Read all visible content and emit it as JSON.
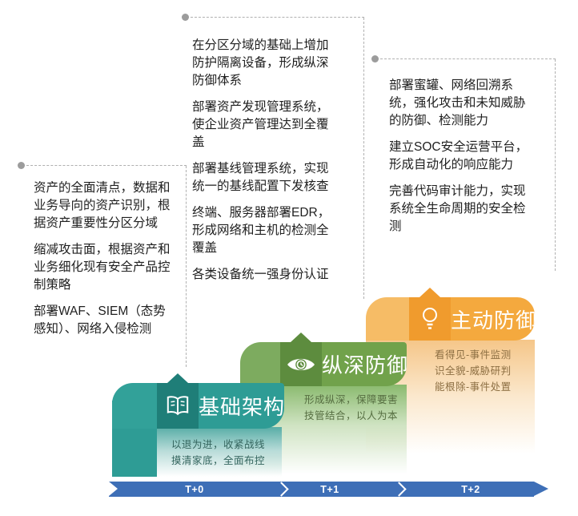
{
  "diagram": {
    "notes": {
      "phase1": {
        "paragraphs": [
          "资产的全面清点，数据和业务导向的资产识别，根据资产重要性分区分域",
          "缩减攻击面，根据资产和业务细化现有安全产品控制策略",
          "部署WAF、SIEM（态势感知）、网络入侵检测"
        ]
      },
      "phase2": {
        "paragraphs": [
          "在分区分域的基础上增加防护隔离设备，形成纵深防御体系",
          "部署资产发现管理系统，使企业资产管理达到全覆盖",
          "部署基线管理系统，实现统一的基线配置下发核查",
          "终端、服务器部署EDR，形成网络和主机的检测全覆盖",
          "各类设备统一强身份认证"
        ]
      },
      "phase3": {
        "paragraphs": [
          "部署蜜罐、网络回溯系统，强化攻击和未知威胁的防御、检测能力",
          "建立SOC安全运营平台，形成自动化的响应能力",
          "完善代码审计能力，实现系统全生命周期的安全检测"
        ]
      }
    },
    "banners": {
      "phase1": {
        "title": "基础架构",
        "icon": "open-book-icon",
        "subtitle": [
          "以退为进，收紧战线",
          "摸清家底，全面布控"
        ],
        "colors": {
          "main": "#2E9C95",
          "band": "#32A199",
          "dark": "#1F7E78",
          "body_top": "#58ADA6",
          "subtitle_text": "#35665F"
        }
      },
      "phase2": {
        "title": "纵深防御",
        "icon": "eye-icon",
        "subtitle": [
          "形成纵深，保障要害",
          "技管结合，以人为本"
        ],
        "colors": {
          "main": "#71A24B",
          "band": "#7DAB5F",
          "dark": "#5D8C3E",
          "body_top": "#8ABA6E",
          "subtitle_text": "#566E41"
        }
      },
      "phase3": {
        "title": "主动防御",
        "icon": "lightbulb-icon",
        "subtitle": [
          "看得见-事件监测",
          "识全貌-威胁研判",
          "能根除-事件处置"
        ],
        "colors": {
          "main": "#F4A93E",
          "band": "#F6BC66",
          "dark": "#F09B2D",
          "body_top": "#F5C689",
          "subtitle_text": "#8D6F43"
        }
      }
    },
    "timeline": {
      "labels": [
        "T+0",
        "T+1",
        "T+2"
      ],
      "bar_color": "#3E6FB7"
    }
  }
}
